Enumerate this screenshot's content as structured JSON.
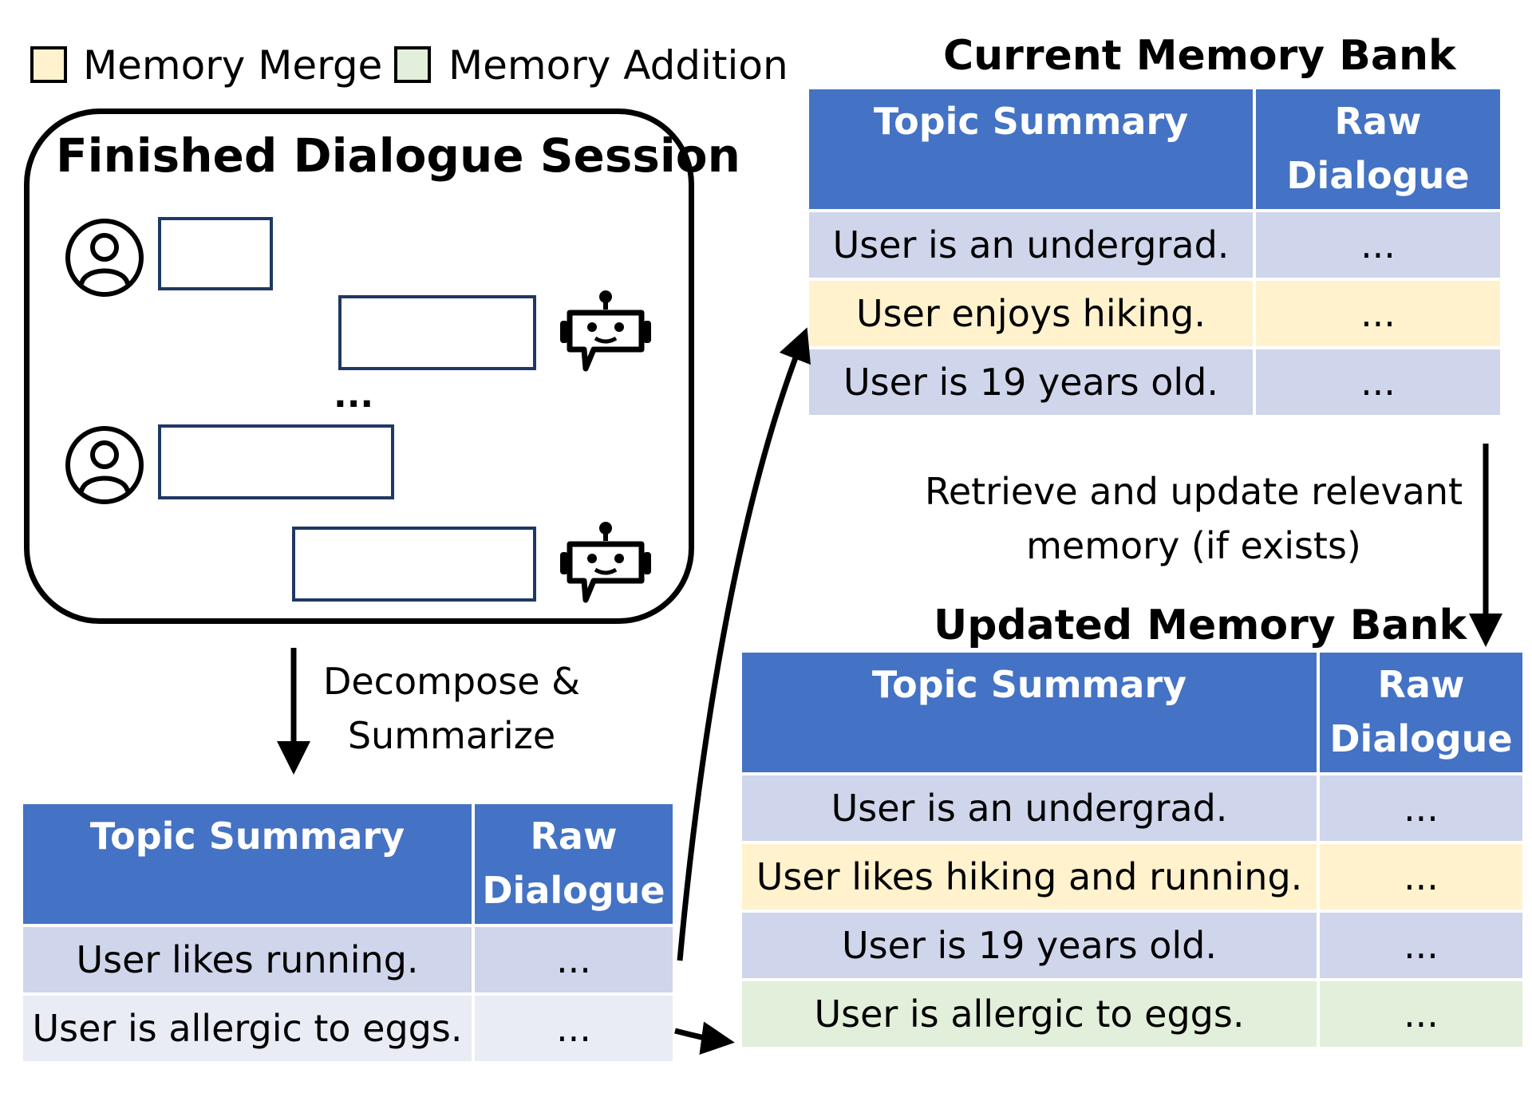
{
  "colors": {
    "header": "#4472c4",
    "row_blue": "#cfd5ea",
    "row_light": "#e9ebf5",
    "merge": "#fff2cc",
    "addition": "#e2efda"
  },
  "legend": {
    "merge_label": "Memory Merge",
    "addition_label": "Memory Addition"
  },
  "session": {
    "title": "Finished Dialogue Session",
    "ellipsis": "...",
    "icons": [
      "user-icon",
      "robot-icon",
      "user-icon",
      "robot-icon"
    ]
  },
  "decompose": {
    "line1": "Decompose &",
    "line2": "Summarize"
  },
  "retrieve": {
    "line1": "Retrieve and update relevant",
    "line2": "memory (if exists)"
  },
  "headers": {
    "topic": "Topic Summary",
    "raw_line1": "Raw",
    "raw_line2": "Dialogue"
  },
  "new_table": {
    "rows": [
      {
        "topic": "User likes running.",
        "raw": "..."
      },
      {
        "topic": "User is allergic to eggs.",
        "raw": "..."
      }
    ]
  },
  "current_bank": {
    "title": "Current Memory Bank",
    "rows": [
      {
        "topic": "User is an undergrad.",
        "raw": "..."
      },
      {
        "topic": "User enjoys hiking.",
        "raw": "..."
      },
      {
        "topic": "User is 19 years old.",
        "raw": "..."
      }
    ]
  },
  "updated_bank": {
    "title": "Updated Memory Bank",
    "rows": [
      {
        "topic": "User is an undergrad.",
        "raw": "..."
      },
      {
        "topic": "User likes hiking and running.",
        "raw": "..."
      },
      {
        "topic": "User is 19 years old.",
        "raw": "..."
      },
      {
        "topic": "User is allergic to eggs.",
        "raw": "..."
      }
    ]
  }
}
